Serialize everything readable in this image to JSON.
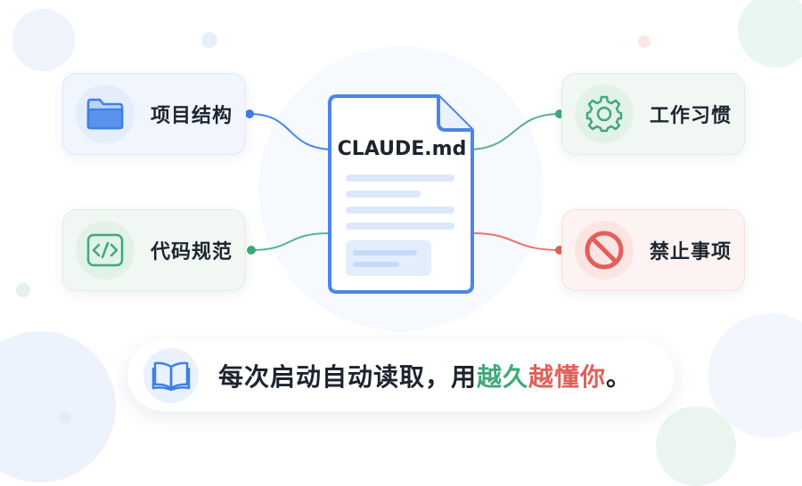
{
  "document": {
    "title": "CLAUDE.md"
  },
  "cards": {
    "project_structure": {
      "label": "项目结构",
      "icon": "folder-icon",
      "color": "#3f7ee8"
    },
    "code_style": {
      "label": "代码规范",
      "icon": "code-icon",
      "color": "#3fa97a"
    },
    "work_habits": {
      "label": "工作习惯",
      "icon": "gear-icon",
      "color": "#3fa97a"
    },
    "prohibitions": {
      "label": "禁止事项",
      "icon": "prohibited-icon",
      "color": "#e0605a"
    }
  },
  "banner": {
    "icon": "open-book-icon",
    "text_part1": "每次启动自动读取，用",
    "text_accent1": "越久",
    "text_accent2": "越懂你",
    "text_part2": "。",
    "accent1_color": "#3fa97a",
    "accent2_color": "#e0605a"
  }
}
